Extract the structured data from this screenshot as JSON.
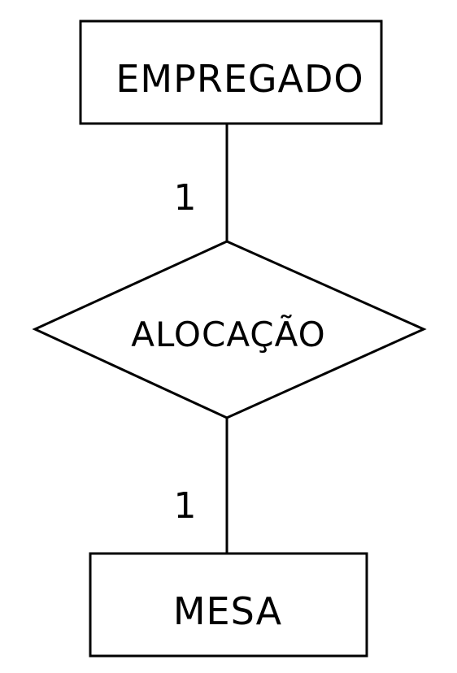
{
  "diagram": {
    "type": "er-diagram",
    "entities": [
      {
        "id": "empregado",
        "label": "EMPREGADO"
      },
      {
        "id": "mesa",
        "label": "MESA"
      }
    ],
    "relationship": {
      "id": "alocacao",
      "label": "ALOCAÇÃO"
    },
    "connections": [
      {
        "from": "empregado",
        "to": "alocacao",
        "cardinality": "1"
      },
      {
        "from": "alocacao",
        "to": "mesa",
        "cardinality": "1"
      }
    ]
  },
  "colors": {
    "stroke": "#000000",
    "background": "#ffffff"
  }
}
